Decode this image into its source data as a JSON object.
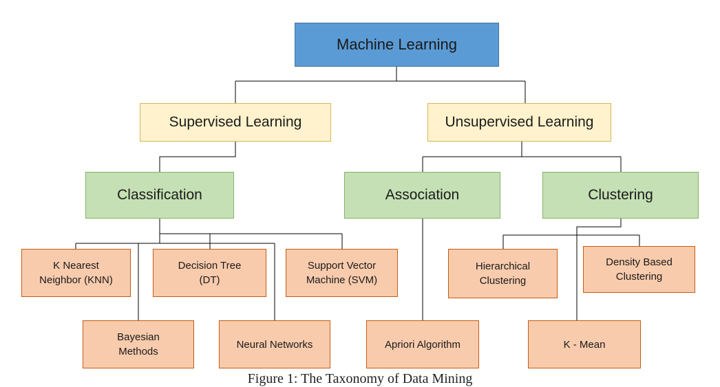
{
  "root": "Machine Learning",
  "level1": {
    "supervised": "Supervised Learning",
    "unsupervised": "Unsupervised Learning"
  },
  "level2": {
    "classification": "Classification",
    "association": "Association",
    "clustering": "Clustering"
  },
  "leaves": {
    "knn": "K Nearest\nNeighbor (KNN)",
    "dt": "Decision Tree\n(DT)",
    "svm": "Support Vector\nMachine (SVM)",
    "bayesian": "Bayesian\nMethods",
    "neural": "Neural Networks",
    "apriori": "Apriori Algorithm",
    "hierarchical": "Hierarchical\nClustering",
    "density": "Density Based\nClustering",
    "kmean": "K - Mean"
  },
  "caption": "Figure 1: The Taxonomy of Data Mining",
  "colors": {
    "root": "#5b9bd5",
    "level1": "#fff2cc",
    "level2": "#c5e0b4",
    "leaf": "#f8cbad",
    "connector": "#000000"
  }
}
